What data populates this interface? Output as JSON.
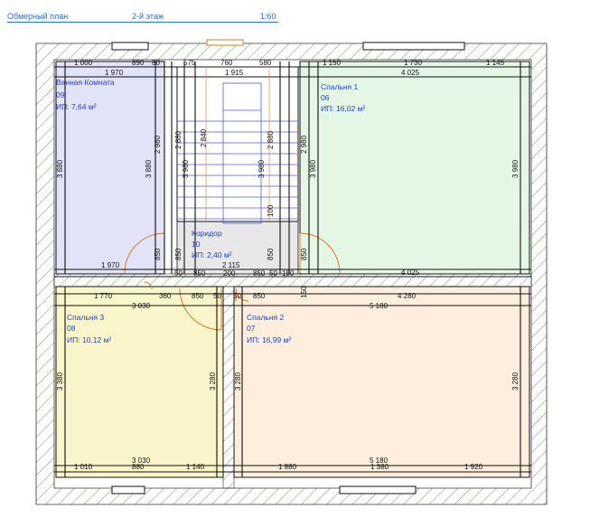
{
  "header": {
    "plan_title": "Обмерный план",
    "floor": "2-й этаж",
    "scale": "1:60"
  },
  "rooms": [
    {
      "name": "Ванная Комната",
      "number": "09",
      "area": "ИП:    7,64 м²"
    },
    {
      "name": "Спальня 1",
      "number": "06",
      "area": "ИП: 16,02 м²"
    },
    {
      "name": "Коридор",
      "number": "10",
      "area": "ИП: 2,40 м²"
    },
    {
      "name": "Спальня 3",
      "number": "08",
      "area": "ИП: 10,12 м²"
    },
    {
      "name": "Спальня 2",
      "number": "07",
      "area": "ИП: 16,99 м²"
    }
  ],
  "dimensions": {
    "top_row": [
      "1 000",
      "890",
      "80",
      "575",
      "760",
      "580",
      "1 150",
      "1 730",
      "1 145"
    ],
    "top_totals": [
      "1 970",
      "1 915",
      "4 025"
    ],
    "verticals_left": [
      "3 880",
      "3 880",
      "2 980",
      "2 880",
      "3 980",
      "2 840",
      "2 880",
      "3 980",
      "100",
      "2 980",
      "3 980",
      "3 980"
    ],
    "mid_row_a": [
      "850",
      "850",
      "850",
      "850"
    ],
    "mid_row_b": [
      "1 970",
      "2 115",
      "4 025"
    ],
    "mid_row_c": [
      "50",
      "850",
      "200",
      "850",
      "50",
      "150"
    ],
    "lower_row_a": [
      "1 770",
      "360",
      "850",
      "50",
      "50",
      "850",
      "150",
      "4 280"
    ],
    "lower_row_b": [
      "3 030",
      "5 180"
    ],
    "lower_verticals": [
      "3 380",
      "3 280",
      "3 280",
      "3 280"
    ],
    "bottom_totals": [
      "3 030",
      "5 180"
    ],
    "bottom_row": [
      "1 010",
      "880",
      "1 140",
      "1 880",
      "1 380",
      "1 920"
    ]
  }
}
